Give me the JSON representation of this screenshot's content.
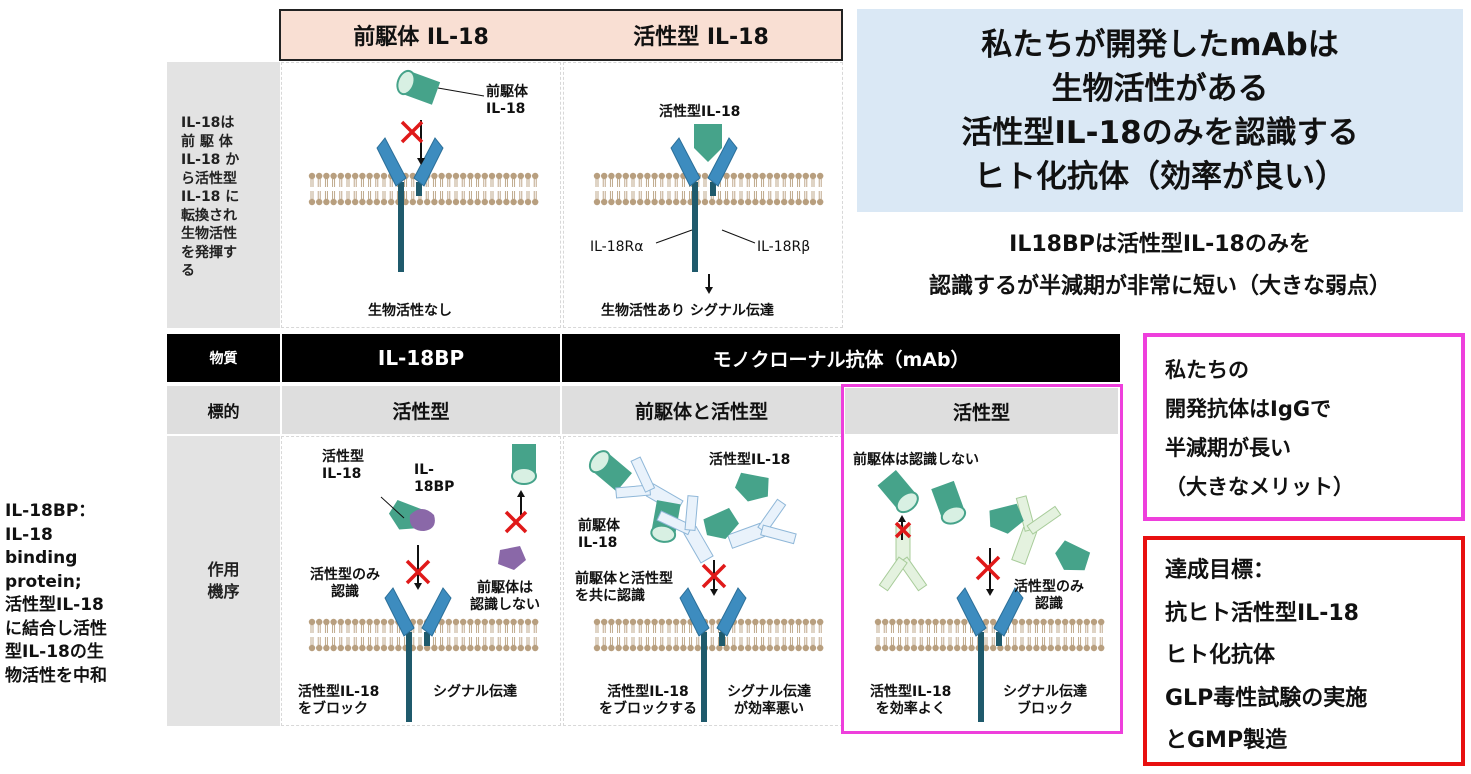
{
  "top_headers": {
    "precursor": "前駆体 IL-18",
    "active": "活性型 IL-18"
  },
  "row1_label": "IL-18は\n前 駆 体\nIL-18 か\nら活性型\nIL-18 に\n転換され\n生物活性\nを発揮す\nる",
  "panel_precursor": {
    "ligand_label": "前駆体\nIL-18",
    "caption": "生物活性なし"
  },
  "panel_active": {
    "ligand_label": "活性型IL-18",
    "receptor_alpha": "IL-18Rα",
    "receptor_beta": "IL-18Rβ",
    "caption": "生物活性あり シグナル伝達"
  },
  "title_box": {
    "text": "私たちが開発したmAbは\n生物活性がある\n活性型IL-18のみを認識する\nヒト化抗体（効率が良い）",
    "bg": "#dae8f5"
  },
  "il18bp_note": "IL18BPは活性型IL-18のみを\n認識するが半減期が非常に短い（大きな弱点）",
  "table": {
    "row_substance": "物質",
    "col_il18bp": "IL-18BP",
    "col_mab": "モノクローナル抗体（mAb）",
    "row_target": "標的",
    "target_il18bp": "活性型",
    "target_mab1": "前駆体と活性型",
    "target_mab2": "活性型",
    "row_mechanism": "作用\n機序"
  },
  "panel_bp": {
    "active_label": "活性型\nIL-18",
    "bp_label": "IL-\n18BP",
    "only_active": "活性型のみ\n認識",
    "precursor_not": "前駆体は\n認識しない",
    "caption_left": "活性型IL-18\nをブロック",
    "caption_right": "シグナル伝達"
  },
  "panel_mab1": {
    "active_label": "活性型IL-18",
    "precursor_label": "前駆体\nIL-18",
    "both_label": "前駆体と活性型\nを共に認識",
    "caption_left": "活性型IL-18\nをブロックする",
    "caption_right": "シグナル伝達\nが効率悪い"
  },
  "panel_mab2": {
    "precursor_not": "前駆体は認識しない",
    "only_active": "活性型のみ\n認識",
    "caption_left": "活性型IL-18\nを効率よく",
    "caption_right": "シグナル伝達\nブロック"
  },
  "left_note": "IL-18BP：\nIL-18\nbinding\nprotein;\n活性型IL-18\nに結合し活性\n型IL-18の生\n物活性を中和",
  "merit_box": {
    "text": "私たちの\n開発抗体はIgGで\n半減期が長い\n（大きなメリット）",
    "border": "#ee3fdc"
  },
  "goal_box": {
    "text": "達成目標：\n抗ヒト活性型IL-18\nヒト化抗体\nGLP毒性試験の実施\nとGMP製造",
    "border": "#e81010"
  },
  "colors": {
    "receptor": "#3d8cbf",
    "stalk": "#1f5a6c",
    "ligand": "#46a38a",
    "ligand_light": "#d8f0e3",
    "bp": "#8a68a8",
    "cross": "#e01919",
    "membrane": "#b89f7f"
  }
}
